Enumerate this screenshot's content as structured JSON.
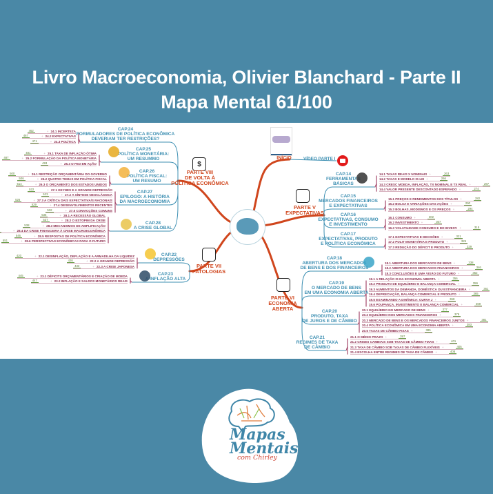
{
  "header": {
    "line1": "Livro Macroeconomia, Olivier Blanchard - Parte II",
    "line2": "Mapa Mental 61/100"
  },
  "colors": {
    "background": "#4a88a6",
    "part": "#d0461d",
    "chapter": "#3d8fb2",
    "topic": "#8c2c4d",
    "page": "#5d7d35"
  },
  "start": {
    "label": "INÍCIO",
    "video_label": "VÍDEO PARTE I",
    "video_icon": "youtube-icon"
  },
  "parts": [
    {
      "label_lines": [
        "PARTE VIII",
        "DE VOLTA À",
        "POLÍTICA ECONÔMICA"
      ],
      "icon": "dollar-exchange-icon",
      "chapters": [
        {
          "title_lines": [
            "CAP.24",
            "FORMULADORES DE POLÍTICA ECONÔMICA",
            "DEVERIAM TER RESTRIÇÕES?"
          ],
          "topics": [
            {
              "label": "24.1 INCERTEZA",
              "page": "462"
            },
            {
              "label": "24.2 EXPECTATIVAS",
              "page": "467"
            },
            {
              "label": "24.3 POLÍTICA",
              "page": "471"
            }
          ]
        },
        {
          "title_lines": [
            "CAP.25",
            "POLÍTICA MONETÁRIA:",
            "UM RESUMMO"
          ],
          "topics": [
            {
              "label": "25.1 TAXA DE INFLAÇÃO ÓTIMA",
              "page": "481"
            },
            {
              "label": "25.2 FORMULAÇÃO DA POLÍTICA MONETÁRIA",
              "page": "487"
            },
            {
              "label": "25.3 O FED EM AÇÃO",
              "page": "493"
            }
          ]
        },
        {
          "title_lines": [
            "CAP.26",
            "POLÍTICA FISCAL:",
            "UM RESUMO"
          ],
          "topics": [
            {
              "label": "26.1 RESTRIÇÃO ORÇAMENTÁRIA DO GOVERNO",
              "page": "500"
            },
            {
              "label": "26.2 QUATRO TEMAS EM POLÍTICA FISCAL",
              "page": "506"
            },
            {
              "label": "26.3 O ORÇAMENTO DOS ESTADOS UNIDOS",
              "page": "514"
            }
          ]
        },
        {
          "title_lines": [
            "CAP.27",
            "EPILOGO: A HISTÓRIA",
            "DA MACROECOMOMIA"
          ],
          "topics": [
            {
              "label": "27.1 KEYNES E A GRANDE DEPRESSÃO",
              "page": "522"
            },
            {
              "label": "27.2 A SÍNTESE NEOCLÁSSICA",
              "page": "523"
            },
            {
              "label": "27.3 A CRÍTICA DA/S EXPECTATIVA/S RACIONAIS",
              "page": "526"
            },
            {
              "label": "27.4 DESENVOLVIMENTOS RECENTES",
              "page": "529"
            },
            {
              "label": "27.5 CONVICÇÕES COMUNS",
              "page": "532"
            }
          ]
        },
        {
          "title_lines": [
            "CAP.28",
            "A CRISE GLOBAL"
          ],
          "topics": [
            {
              "label": "28.1 A RECESSÃO GLOBAL",
              "page": "535"
            },
            {
              "label": "28.2 O ESTOPIM DA CRISE",
              "page": "537"
            },
            {
              "label": "28.3 MECANISMOS DE AMPLIFICAÇÃO",
              "page": "538"
            },
            {
              "label": "28.4 DA CRISE FINANCEIRA À CRISE MACROECONÔMICA",
              "page": "542"
            },
            {
              "label": "28.5 RESPOSTAS DE POLÍTICA ECONÔMICA",
              "page": "546"
            },
            {
              "label": "28.6 PERSPECTIVAS ECONÔMICAS PARA O FUTURO",
              "page": "551"
            }
          ]
        }
      ]
    },
    {
      "label_lines": [
        "PARTE VII",
        "PATOLOGIAS"
      ],
      "icon": "doctor-icon",
      "chapters": [
        {
          "title_lines": [
            "CAP.22",
            "DEPRESSÕES"
          ],
          "topics": [
            {
              "label": "22.1 DESINFLAÇÃO, DEFLAÇÃO E A ARMADILHA DA LIQUIDEZ",
              "page": "420"
            },
            {
              "label": "22.2 A GRANDE DEPRESSÃO",
              "page": "426"
            },
            {
              "label": "22.3 A CRISE JAPONESA",
              "page": "433"
            }
          ]
        },
        {
          "title_lines": [
            "CAP.23",
            "A INFLAÇÃO ALTA"
          ],
          "topics": [
            {
              "label": "23.1 DÉFICITS ORÇAMENTÁRIOS E CRIAÇÃO DE MOEDA",
              "page": "445"
            },
            {
              "label": "23.2 INFLAÇÃO E SALDOS MONETÁRIOS REAIS",
              "page": "447"
            }
          ]
        }
      ]
    },
    {
      "label_lines": [
        "PARTE V",
        "EXPECTATIVAS"
      ],
      "icon": "thinking-person-icon",
      "chapters": [
        {
          "title_lines": [
            "CAP.14",
            "FERRAMENTAS",
            "BÁSICAS"
          ],
          "topics": [
            {
              "label": "14.1 TAXAS REAIS X NOMINAIS",
              "page": "263"
            },
            {
              "label": "14.2 TAXAS E MODELO IS-LM",
              "page": "266"
            },
            {
              "label": "14.3 CRESC MOEDA, INFLAÇÃO, TX NOMINAL E TX REAL",
              "page": "267"
            },
            {
              "label": "14.4 VALOR PRESENTE DESCONTADO ESPERADO",
              "page": "274"
            }
          ]
        },
        {
          "title_lines": [
            "CAP.15",
            "MERCADOS FINANCEIROS",
            "E EXPECTATIVAS"
          ],
          "topics": [
            {
              "label": "15.1 PREÇOS E RENDIMENTOS DOS TÍTULOS",
              "page": "282"
            },
            {
              "label": "15.2 BOLSA E VARIAÇÕES DAS AÇÕES",
              "page": "290"
            },
            {
              "label": "15.3 BOLHAS, MODISMOS E OS PREÇOS",
              "page": "294"
            }
          ]
        },
        {
          "title_lines": [
            "CAP.16",
            "EXPECTATIVAS, CONSUMO",
            "E INVESTIMENTO"
          ],
          "topics": [
            {
              "label": "16.1 CONSUMO",
              "page": "302"
            },
            {
              "label": "16.2 INVESTIMENTO",
              "page": "307"
            },
            {
              "label": "16.3 VOLATILIDADE CONSUMO E DO INVEST.",
              "page": "315"
            }
          ]
        },
        {
          "title_lines": [
            "CAP.17",
            "EXPECTATIVAS, PRODUTO",
            "E POLÍTICA ECONÔMICA"
          ],
          "topics": [
            {
              "label": "17.1 EXPECTATIVAS E DECISÕES",
              "page": "321"
            },
            {
              "label": "17.2 POLIT MONETÁRIA E PRODUTO",
              "page": "325"
            },
            {
              "label": "17.3 REDUÇÃO DO DÉFICIT E PRODUTO",
              "page": "329"
            }
          ]
        }
      ]
    },
    {
      "label_lines": [
        "PARTE VI",
        "ECONOMIA",
        "ABERTA"
      ],
      "icon": "globe-dollar-icon",
      "chapters": [
        {
          "title_lines": [
            "CAP.18",
            "ABERTURA DOS MERCADOS",
            "DE BENS E DOS FINANCEIROS"
          ],
          "topics": [
            {
              "label": "18.1 ABERTURA DOS MERCADOS DE BENS",
              "page": "338"
            },
            {
              "label": "18.2 ABERTURA DOS MERCADOS FINANCEIROS",
              "page": "346"
            },
            {
              "label": "18.3 CONCLUSÕES E UMA VISÃO DO FUTURO",
              "page": "352"
            }
          ]
        },
        {
          "title_lines": [
            "CAP.19",
            "O MERCADO DE BENS",
            "EM UMA ECONOMIA ABERTA"
          ],
          "topics": [
            {
              "label": "19.1 A RELAÇÃO IS NA ECONOMIA ABERTA",
              "page": "356"
            },
            {
              "label": "19.2 PRODUTO DE EQUILÍBRIO E BALANÇA COMERCIAL",
              "page": "359"
            },
            {
              "label": "19.3 AUMENTOS DA DEMANDA, DOMÉSTICA OU ESTRANGEIRA",
              "page": "361"
            },
            {
              "label": "19.4 DEPRECIAÇÃO, BALANÇA COMERCIAL E PRODUTO",
              "page": "365"
            },
            {
              "label": "19.5 EXAMINANDO A DINÂMICA: CURVA J",
              "page": "368"
            },
            {
              "label": "19.6 POUPANÇA, INVESTIMENTO E BALANÇA COMERCIAL",
              "page": "369"
            }
          ]
        },
        {
          "title_lines": [
            "CAP.20",
            "PRODUTO, TAXA",
            "DE JUROS E DE CÂMBIO"
          ],
          "topics": [
            {
              "label": "20.1 EQUILÍBRIO NO MERCADO DE BENS",
              "page": "377"
            },
            {
              "label": "20.2 EQUILÍBRIO NOS MERCADOS FINANCEIROS",
              "page": "379"
            },
            {
              "label": "20.3 MERCADO DE BENS E OS MERCADOS FINANCEIROS JUNTOS",
              "page": "381"
            },
            {
              "label": "20.4 POLÍTICA ECONÔMICA EM UMA ECONOMIA ABERTA",
              "page": "383"
            },
            {
              "label": "20.5 TAXAS DE CÂMBIO FIXAS",
              "page": "385"
            }
          ]
        },
        {
          "title_lines": [
            "CAP.21",
            "REGIMES DE TAXA",
            "DE CÂMBIO"
          ],
          "topics": [
            {
              "label": "21.1 O MÉDIO PRAZO",
              "page": "397"
            },
            {
              "label": "21.2 CRISES CAMBIAIS SOB TAXAS DE CÂMBIO FIXAS",
              "page": "401"
            },
            {
              "label": "21.3 TAXA DE CÂMBIO SOB TAXAS DE CÂMBIO FLEXÍVEIS",
              "page": "405"
            },
            {
              "label": "21.4 ESCOLHA ENTRE REGIMES DE TAXA DE CÂMBIO",
              "page": "408"
            }
          ]
        }
      ]
    }
  ],
  "logo": {
    "line1": "Mapas",
    "line2": "Mentais",
    "line3": "com Chirley"
  }
}
